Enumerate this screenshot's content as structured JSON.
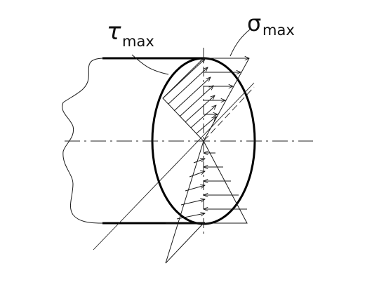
{
  "labels": {
    "tau_symbol": "τ",
    "tau_subscript": "max",
    "sigma_symbol": "σ",
    "sigma_subscript": "max"
  }
}
